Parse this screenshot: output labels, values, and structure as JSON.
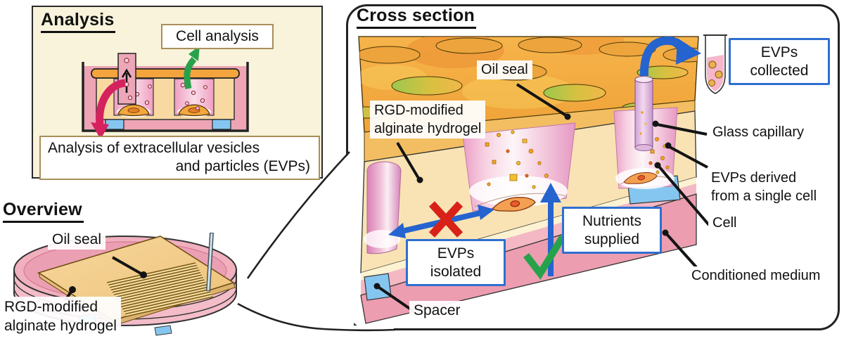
{
  "analysis_panel": {
    "title": "Analysis",
    "cell_analysis": "Cell analysis",
    "evp_line1": "Analysis of extracellular vesicles",
    "evp_line2": "and particles (EVPs)"
  },
  "overview_panel": {
    "title": "Overview",
    "oil_seal": "Oil seal",
    "hydrogel_line1": "RGD-modified",
    "hydrogel_line2": "alginate hydrogel"
  },
  "cross_section_panel": {
    "title": "Cross section",
    "oil_seal": "Oil seal",
    "hydrogel_line1": "RGD-modified",
    "hydrogel_line2": "alginate hydrogel",
    "evps_collected_line1": "EVPs",
    "evps_collected_line2": "collected",
    "glass_capillary": "Glass capillary",
    "evps_derived_line1": "EVPs derived",
    "evps_derived_line2": "from a single cell",
    "cell": "Cell",
    "conditioned_medium": "Conditioned medium",
    "nutrients_line1": "Nutrients",
    "nutrients_line2": "supplied",
    "evps_isolated_line1": "EVPs",
    "evps_isolated_line2": "isolated",
    "spacer": "Spacer"
  },
  "colors": {
    "arrow_blue": "#2563cf",
    "arrow_green": "#28a14c",
    "arrow_crimson": "#d6215f",
    "cross_red": "#d82218",
    "blue_box_border": "#2e6fd0",
    "tan_box_border": "#a98e5a",
    "oil_seal_orange": "#f2a83e",
    "hydrogel_tan": "#f9e3b4",
    "medium_pink": "#ec9db0",
    "spacer_blue": "#85c6f0",
    "analysis_bg": "#f8f3da"
  }
}
